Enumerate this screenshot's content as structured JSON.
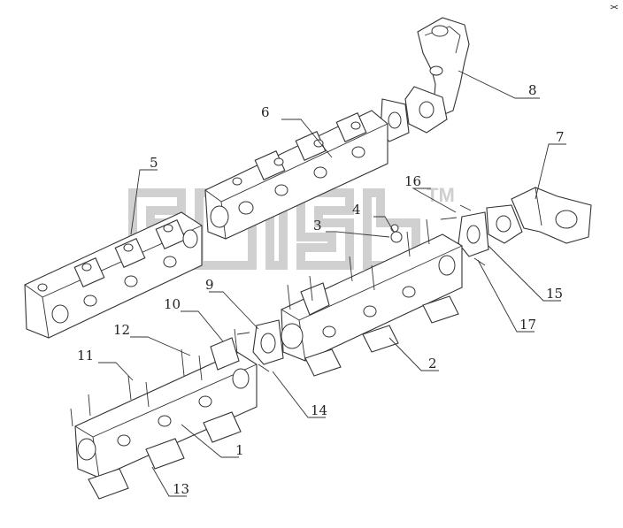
{
  "diagram": {
    "watermark_mark": "TM",
    "callouts": [
      {
        "id": "c1",
        "label": "1"
      },
      {
        "id": "c2",
        "label": "2"
      },
      {
        "id": "c3",
        "label": "3"
      },
      {
        "id": "c4",
        "label": "4"
      },
      {
        "id": "c5",
        "label": "5"
      },
      {
        "id": "c6",
        "label": "6"
      },
      {
        "id": "c7",
        "label": "7"
      },
      {
        "id": "c8",
        "label": "8"
      },
      {
        "id": "c9",
        "label": "9"
      },
      {
        "id": "c10",
        "label": "10"
      },
      {
        "id": "c11",
        "label": "11"
      },
      {
        "id": "c12",
        "label": "12"
      },
      {
        "id": "c13",
        "label": "13"
      },
      {
        "id": "c14",
        "label": "14"
      },
      {
        "id": "c15",
        "label": "15"
      },
      {
        "id": "c16",
        "label": "16"
      },
      {
        "id": "c17",
        "label": "17"
      }
    ]
  }
}
